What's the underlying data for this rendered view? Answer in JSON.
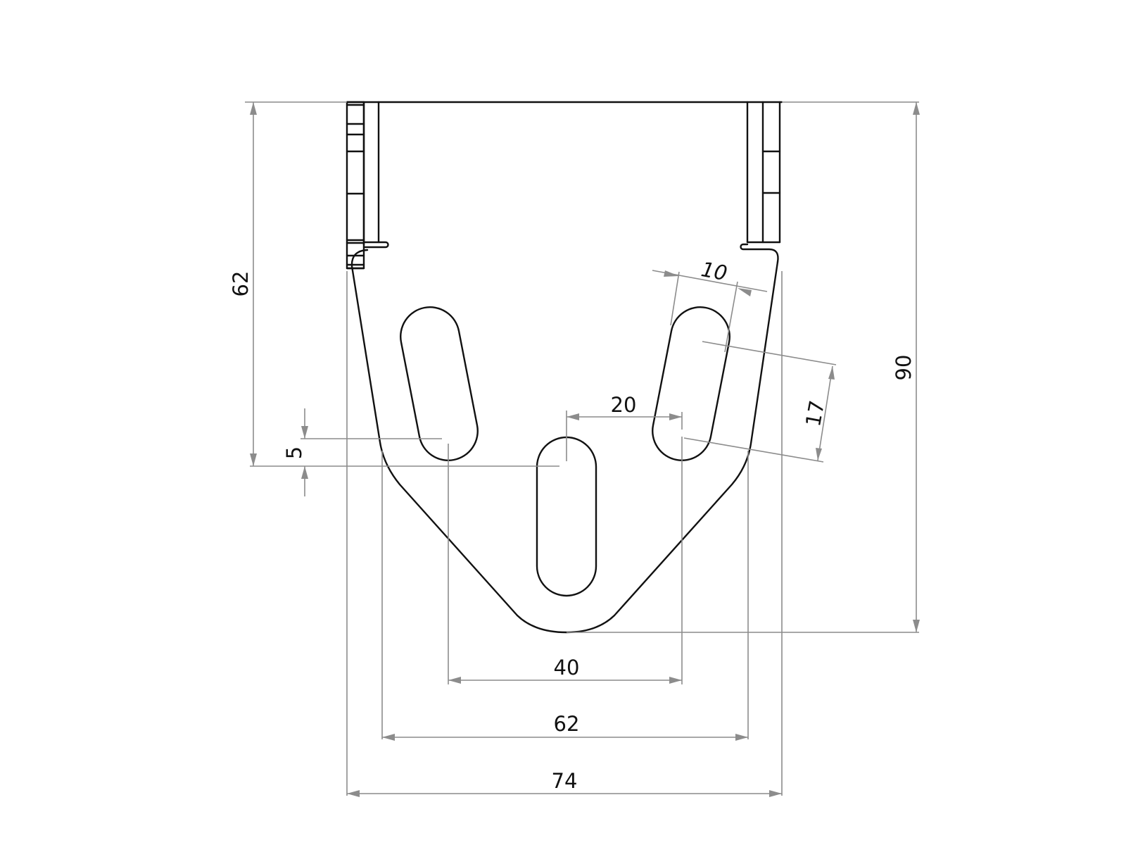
{
  "drawing": {
    "type": "technical-drawing",
    "units": "mm",
    "part": "bracket-plate-with-slots",
    "colors": {
      "outline": "#111111",
      "dimension": "#8c8c8c",
      "background": "#ffffff"
    }
  },
  "dimensions": {
    "overall_width": "74",
    "inner_width": "62",
    "slot_spacing": "40",
    "center_offset": "20",
    "slot_width": "10",
    "slot_length": "17",
    "slot_step": "5",
    "left_height": "62",
    "overall_height": "90"
  }
}
